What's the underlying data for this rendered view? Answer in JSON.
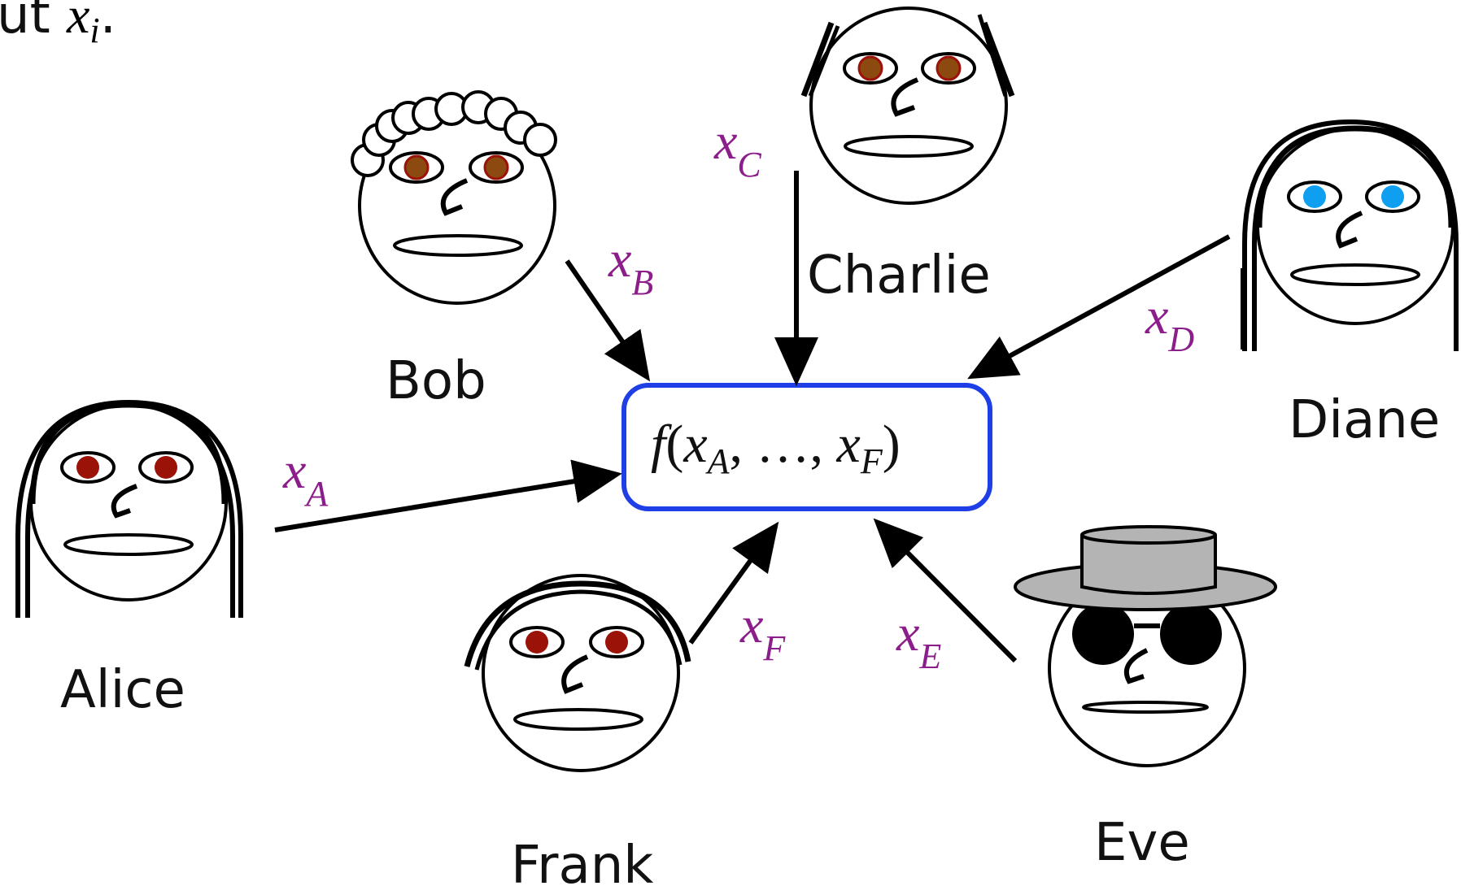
{
  "top_fragment": {
    "prefix": "ut ",
    "var": "x",
    "sub": "i",
    "suffix": "."
  },
  "function_box": {
    "fname": "f",
    "open": "(",
    "var1": "x",
    "sub1": "A",
    "mid": ", …, ",
    "var2": "x",
    "sub2": "F",
    "close": ")",
    "border_color": "#1f3fe6"
  },
  "variable_color": "#8b1e8b",
  "people": {
    "alice": {
      "name": "Alice",
      "var": "x",
      "sub": "A",
      "eye_color": "#9b1208",
      "hair": "long"
    },
    "bob": {
      "name": "Bob",
      "var": "x",
      "sub": "B",
      "eye_color": "#8c4a10",
      "hair": "curly"
    },
    "charlie": {
      "name": "Charlie",
      "var": "x",
      "sub": "C",
      "eye_color": "#8c4a10",
      "hair": "side-tufts"
    },
    "diane": {
      "name": "Diane",
      "var": "x",
      "sub": "D",
      "eye_color": "#0f9ff0",
      "hair": "long"
    },
    "eve": {
      "name": "Eve",
      "var": "x",
      "sub": "E",
      "eye_color": "#000000",
      "hair": "hat-and-sunglasses",
      "hat_color": "#b4b4b4"
    },
    "frank": {
      "name": "Frank",
      "var": "x",
      "sub": "F",
      "eye_color": "#9b1208",
      "hair": "short"
    }
  }
}
